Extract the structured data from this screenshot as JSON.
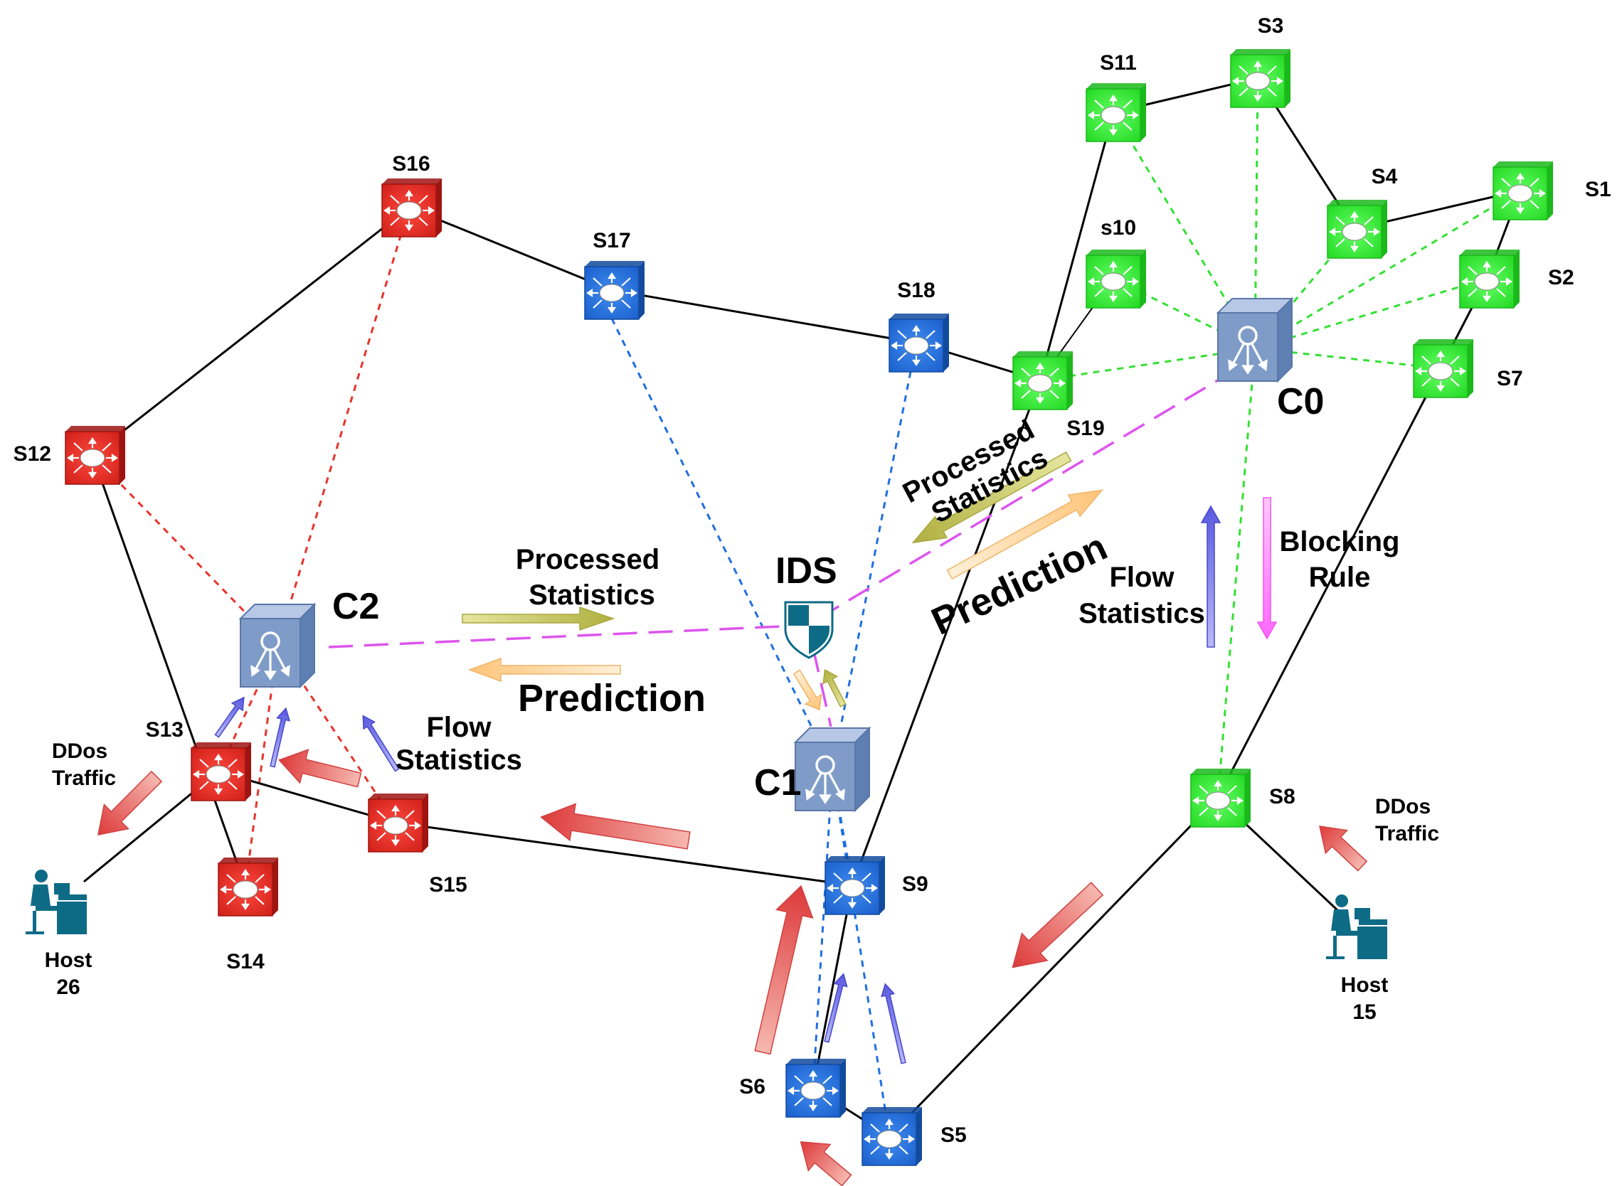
{
  "switches": [
    {
      "id": "S1",
      "label": "S1",
      "group": "green"
    },
    {
      "id": "S2",
      "label": "S2",
      "group": "green"
    },
    {
      "id": "S3",
      "label": "S3",
      "group": "green"
    },
    {
      "id": "S4",
      "label": "S4",
      "group": "green"
    },
    {
      "id": "S7",
      "label": "S7",
      "group": "green"
    },
    {
      "id": "S8",
      "label": "S8",
      "group": "green"
    },
    {
      "id": "s10",
      "label": "s10",
      "group": "green"
    },
    {
      "id": "S11",
      "label": "S11",
      "group": "green"
    },
    {
      "id": "S19",
      "label": "S19",
      "group": "green"
    },
    {
      "id": "S17",
      "label": "S17",
      "group": "blue"
    },
    {
      "id": "S18",
      "label": "S18",
      "group": "blue"
    },
    {
      "id": "S9",
      "label": "S9",
      "group": "blue"
    },
    {
      "id": "S6",
      "label": "S6",
      "group": "blue"
    },
    {
      "id": "S5",
      "label": "S5",
      "group": "blue"
    },
    {
      "id": "S12",
      "label": "S12",
      "group": "red"
    },
    {
      "id": "S13",
      "label": "S13",
      "group": "red"
    },
    {
      "id": "S14",
      "label": "S14",
      "group": "red"
    },
    {
      "id": "S15",
      "label": "S15",
      "group": "red"
    },
    {
      "id": "S16",
      "label": "S16",
      "group": "red"
    }
  ],
  "controllers": [
    {
      "id": "C0",
      "label": "C0"
    },
    {
      "id": "C1",
      "label": "C1"
    },
    {
      "id": "C2",
      "label": "C2"
    }
  ],
  "hosts": [
    {
      "id": "host26",
      "line1": "Host",
      "line2": "26"
    },
    {
      "id": "host15",
      "line1": "Host",
      "line2": "15"
    }
  ],
  "ids": {
    "label": "IDS"
  },
  "annotations": {
    "c2_processed": {
      "line1": "Processed",
      "line2": "Statistics"
    },
    "c2_prediction": "Prediction",
    "c2_flow": {
      "line1": "Flow",
      "line2": "Statistics"
    },
    "c0_processed": {
      "line1": "Processed",
      "line2": "Statistics"
    },
    "c0_prediction": "Prediction",
    "c0_flow": {
      "line1": "Flow",
      "line2": "Statistics"
    },
    "c0_blocking": {
      "line1": "Blocking",
      "line2": "Rule"
    },
    "ddos_left": {
      "line1": "DDos",
      "line2": "Traffic"
    },
    "ddos_right": {
      "line1": "DDos",
      "line2": "Traffic"
    }
  },
  "colors": {
    "green_switch": "#33ee33",
    "blue_switch": "#1f6fe0",
    "red_switch": "#e8241c",
    "controller": "#7f9cc9",
    "green_link": "#33e033",
    "red_link": "#e8332b",
    "blue_link": "#1f6fe0",
    "controller_link": "#dd55ee",
    "ddos_arrow": "#e85050",
    "flow_arrow": "#8c8cee",
    "blocking_arrow": "#ff88ff",
    "processed_arrow": "#c6c65a",
    "prediction_arrow": "#ffcf8c",
    "ids_icon": "#0e6b86"
  }
}
